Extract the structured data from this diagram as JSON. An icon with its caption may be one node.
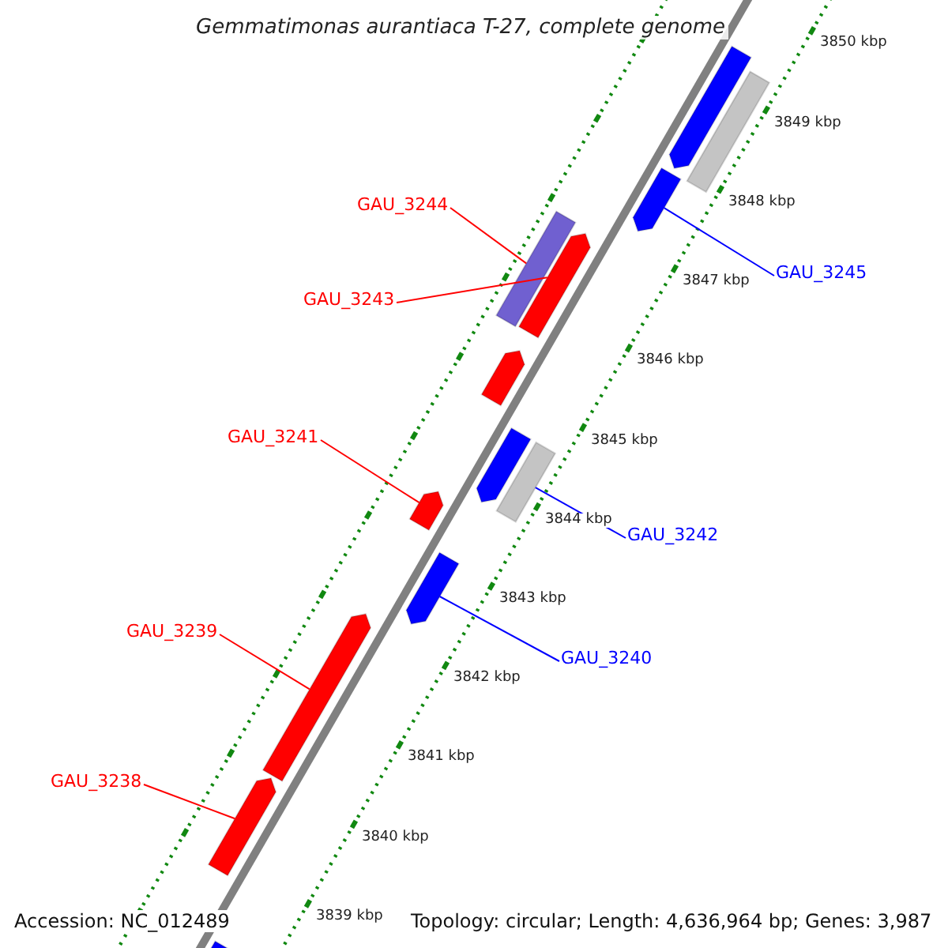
{
  "diagram": {
    "title": "Gemmatimonas aurantiaca T-27, complete genome",
    "nodes": [
      {
        "text": [
          "GAU_3244"
        ]
      },
      {
        "text": [
          "GAU_3243"
        ]
      },
      {
        "text": [
          "GAU_3245"
        ]
      },
      {
        "text": [
          "GAU_3241"
        ]
      },
      {
        "text": [
          "GAU_3242"
        ]
      },
      {
        "text": [
          "GAU_3239"
        ]
      },
      {
        "text": [
          "GAU_3240"
        ]
      },
      {
        "text": [
          "GAU_3238"
        ]
      },
      {
        "text": [],
        "shape": "bar"
      },
      {
        "text": [],
        "shape": "bar"
      },
      {
        "text": [],
        "shape": "bar"
      },
      {
        "text": [],
        "shape": "bar"
      },
      {
        "text": [],
        "shape": "bar"
      },
      {
        "text": [],
        "shape": "bar"
      },
      {
        "text": [],
        "shape": "bar"
      },
      {
        "text": [],
        "shape": "bar"
      },
      {
        "text": [],
        "shape": "bar"
      },
      {
        "text": [],
        "shape": "bar"
      },
      {
        "text": [],
        "shape": "bar"
      },
      {
        "text": [],
        "shape": "bar"
      },
      {
        "text": [],
        "shape": "bar"
      }
    ],
    "edges": [
      {
        "from": 0,
        "to": 11,
        "arrow": "none"
      },
      {
        "from": 1,
        "to": 12,
        "arrow": "none"
      },
      {
        "from": 2,
        "to": 10,
        "arrow": "none",
        "color": "#0000ff"
      },
      {
        "from": 3,
        "to": 16,
        "arrow": "none"
      },
      {
        "from": 4,
        "to": 15,
        "arrow": "none",
        "color": "#0000ff"
      },
      {
        "from": 5,
        "to": 18,
        "arrow": "none"
      },
      {
        "from": 6,
        "to": 17,
        "arrow": "none",
        "color": "#0000ff"
      },
      {
        "from": 7,
        "to": 19,
        "arrow": "none"
      }
    ],
    "labels": [
      "3850 kbp",
      "3849 kbp",
      "3848 kbp",
      "3847 kbp",
      "3846 kbp",
      "3845 kbp",
      "3844 kbp",
      "3843 kbp",
      "3842 kbp",
      "3841 kbp",
      "3840 kbp",
      "3839 kbp",
      "Accession: NC_012489",
      "Topology: circular; Length: 4,636,964 bp; Genes: 3,987"
    ]
  }
}
